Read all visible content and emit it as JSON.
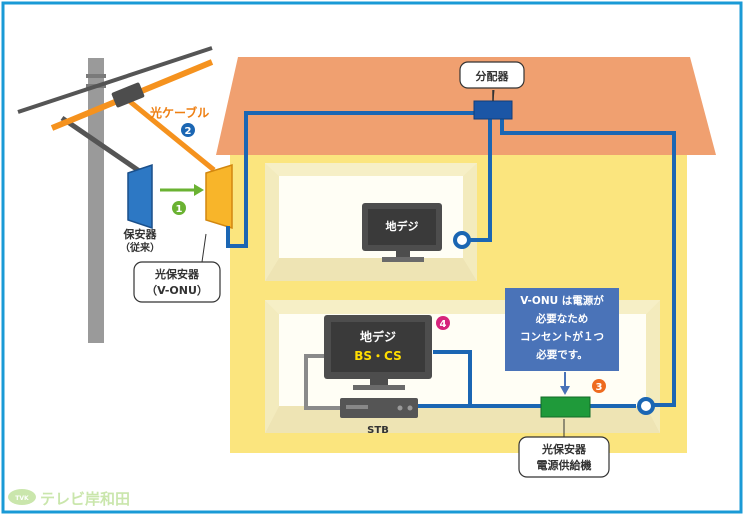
{
  "labels": {
    "hikari_cable": "光ケーブル",
    "hoanki": "保安器",
    "hoanki_sub": "（従来）",
    "hikari_hoanki_1": "光保安器",
    "hikari_hoanki_2": "（V-ONU）",
    "bunpaiki": "分配器",
    "tv_top": "地デジ",
    "tv_bottom_1": "地デジ",
    "tv_bottom_2": "BS・CS",
    "stb": "STB",
    "note": [
      "V-ONU は電源が",
      "必要なため",
      "コンセントが１つ",
      "必要です。"
    ],
    "power_1": "光保安器",
    "power_2": "電源供給機",
    "logo": "テレビ岸和田",
    "logo_small": "TVK"
  },
  "markers": [
    "1",
    "2",
    "3",
    "4"
  ],
  "colors": {
    "frame": "#1a9ad6",
    "roof": "#f0a070",
    "wall": "#fbe57e",
    "room": "#fbf6d8",
    "cable": "#1b66b3",
    "optical": "#f5921e",
    "note_box": "#4a73b8",
    "power_box": "#1f9a3a",
    "marker1": "#6ab232",
    "marker2": "#1b66b3",
    "marker3": "#ee6b1f",
    "marker4": "#d6247c",
    "tv_yellow": "#ffdd00"
  }
}
